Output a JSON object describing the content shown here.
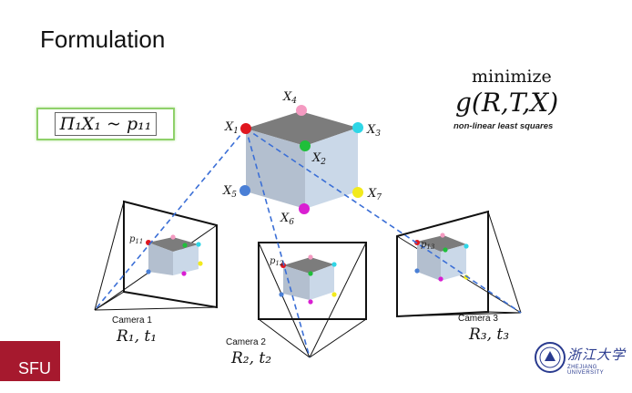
{
  "slide": {
    "title": "Formulation",
    "equation": "Π₁X₁ ~ p₁₁",
    "objective_word": "minimize",
    "objective_fn": "g(R,T,X)",
    "objective_note": "non-linear least squares"
  },
  "points": [
    {
      "label": "X",
      "sub": "1",
      "color": "#e0161e"
    },
    {
      "label": "X",
      "sub": "2",
      "color": "#1fbf3a"
    },
    {
      "label": "X",
      "sub": "3",
      "color": "#2fd6e6"
    },
    {
      "label": "X",
      "sub": "4",
      "color": "#f49ac1"
    },
    {
      "label": "X",
      "sub": "5",
      "color": "#4a7fd6"
    },
    {
      "label": "X",
      "sub": "6",
      "color": "#d91fd2"
    },
    {
      "label": "X",
      "sub": "7",
      "color": "#f2ea1c"
    }
  ],
  "cameras": [
    {
      "name": "Camera 1",
      "param": "R₁, t₁",
      "proj_label": "p",
      "proj_sub": "11"
    },
    {
      "name": "Camera 2",
      "param": "R₂, t₂",
      "proj_label": "p",
      "proj_sub": "12"
    },
    {
      "name": "Camera 3",
      "param": "R₃, t₃",
      "proj_label": "p",
      "proj_sub": "13"
    }
  ],
  "logos": {
    "left": "SFU",
    "right_name": "浙江大学",
    "right_sub": "ZHEJIANG UNIVERSITY"
  },
  "colors": {
    "cube_top": "#7c7c7c",
    "cube_front": "#b3bfcf",
    "cube_side": "#cad8e8",
    "ray": "#3b6fd6",
    "sfu_red": "#a6192e",
    "eq_border": "#8fd16a"
  }
}
